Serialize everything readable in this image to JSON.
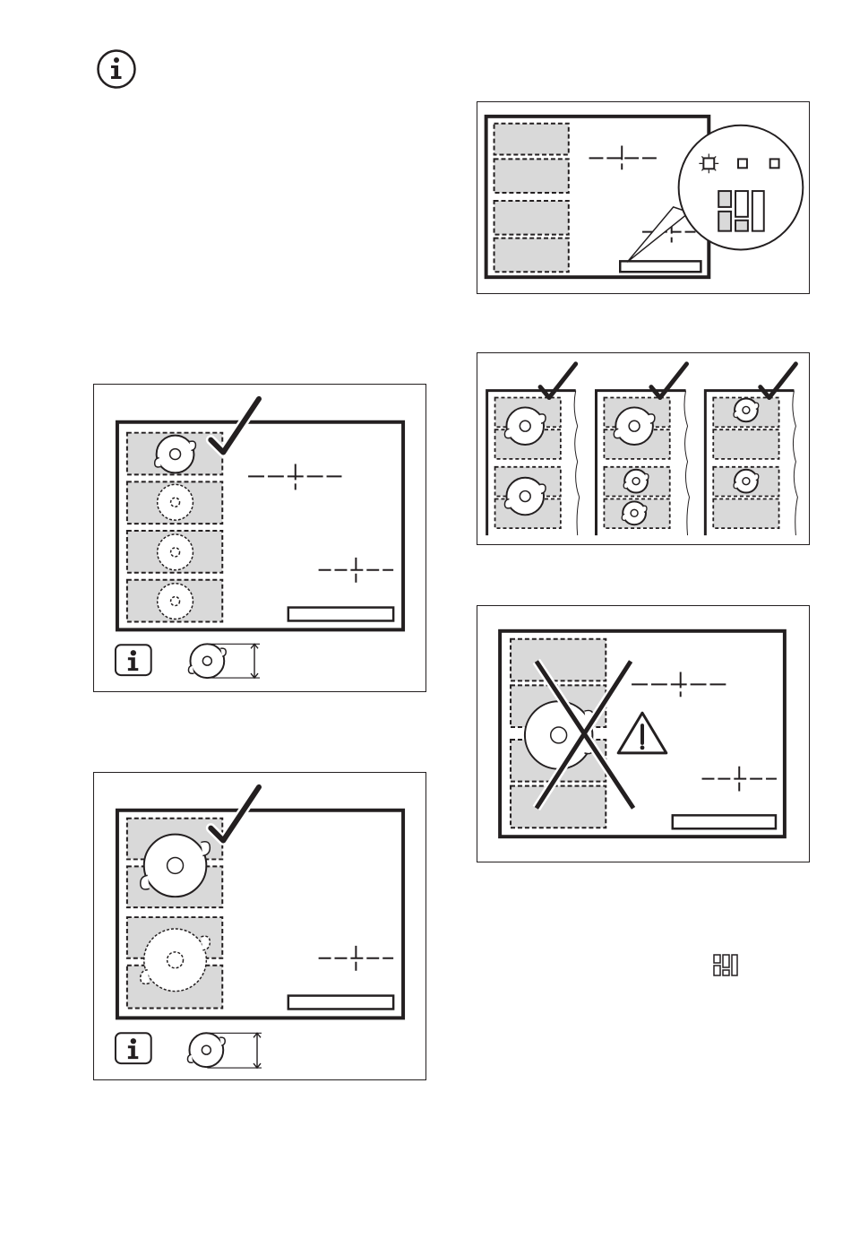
{
  "page": {
    "background": "#ffffff",
    "line_color": "#231f20",
    "zone_fill": "#d9d9d9"
  },
  "info_note": {
    "icon": "info-circle-icon"
  },
  "figures": [
    {
      "id": "fig-bridge-display",
      "icons": [
        "cooking-zone-indicator-icon",
        "bridge-zone-icon",
        "magnifier-callout"
      ]
    },
    {
      "id": "fig-pot-placement-options",
      "icons": [
        "checkmark-icon",
        "pot-icon"
      ]
    },
    {
      "id": "fig-single-pot-front-zone",
      "icons": [
        "checkmark-icon",
        "pot-icon",
        "info-square-icon",
        "pot-diameter-icon"
      ]
    },
    {
      "id": "fig-wrong-placement",
      "icons": [
        "cross-out-icon",
        "warning-triangle-icon",
        "pot-icon"
      ]
    },
    {
      "id": "fig-large-pot-zone",
      "icons": [
        "checkmark-icon",
        "pot-icon",
        "info-square-icon",
        "pot-diameter-icon"
      ]
    }
  ],
  "inline_symbol": {
    "icon": "bridge-zone-symbol-icon"
  }
}
